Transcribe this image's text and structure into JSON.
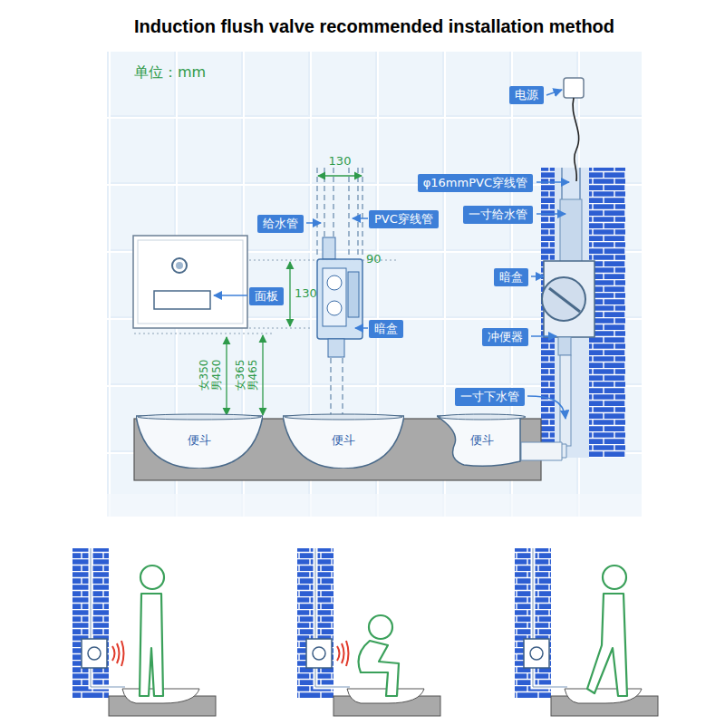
{
  "diagram": {
    "title": "Induction flush valve recommended installation method",
    "nodes": [
      {
        "text": [
          "电源"
        ]
      },
      {
        "text": [
          "φ16mmPVC穿线管"
        ]
      },
      {
        "text": [
          "给水管"
        ]
      },
      {
        "text": [
          "PVC穿线管"
        ]
      },
      {
        "text": [
          "一寸给水管"
        ]
      },
      {
        "text": [
          "暗盒"
        ]
      },
      {
        "text": [
          "面板"
        ]
      },
      {
        "text": [
          "冲便器"
        ]
      },
      {
        "text": [
          "暗盒"
        ]
      },
      {
        "text": [
          "一寸下水管"
        ]
      },
      {
        "text": [
          "便斗"
        ]
      },
      {
        "text": [
          "便斗"
        ]
      },
      {
        "text": [
          "便斗"
        ]
      }
    ],
    "labels": [
      "单位：mm",
      "130",
      "90",
      "130",
      "女350",
      "男450",
      "女365",
      "男465"
    ]
  }
}
